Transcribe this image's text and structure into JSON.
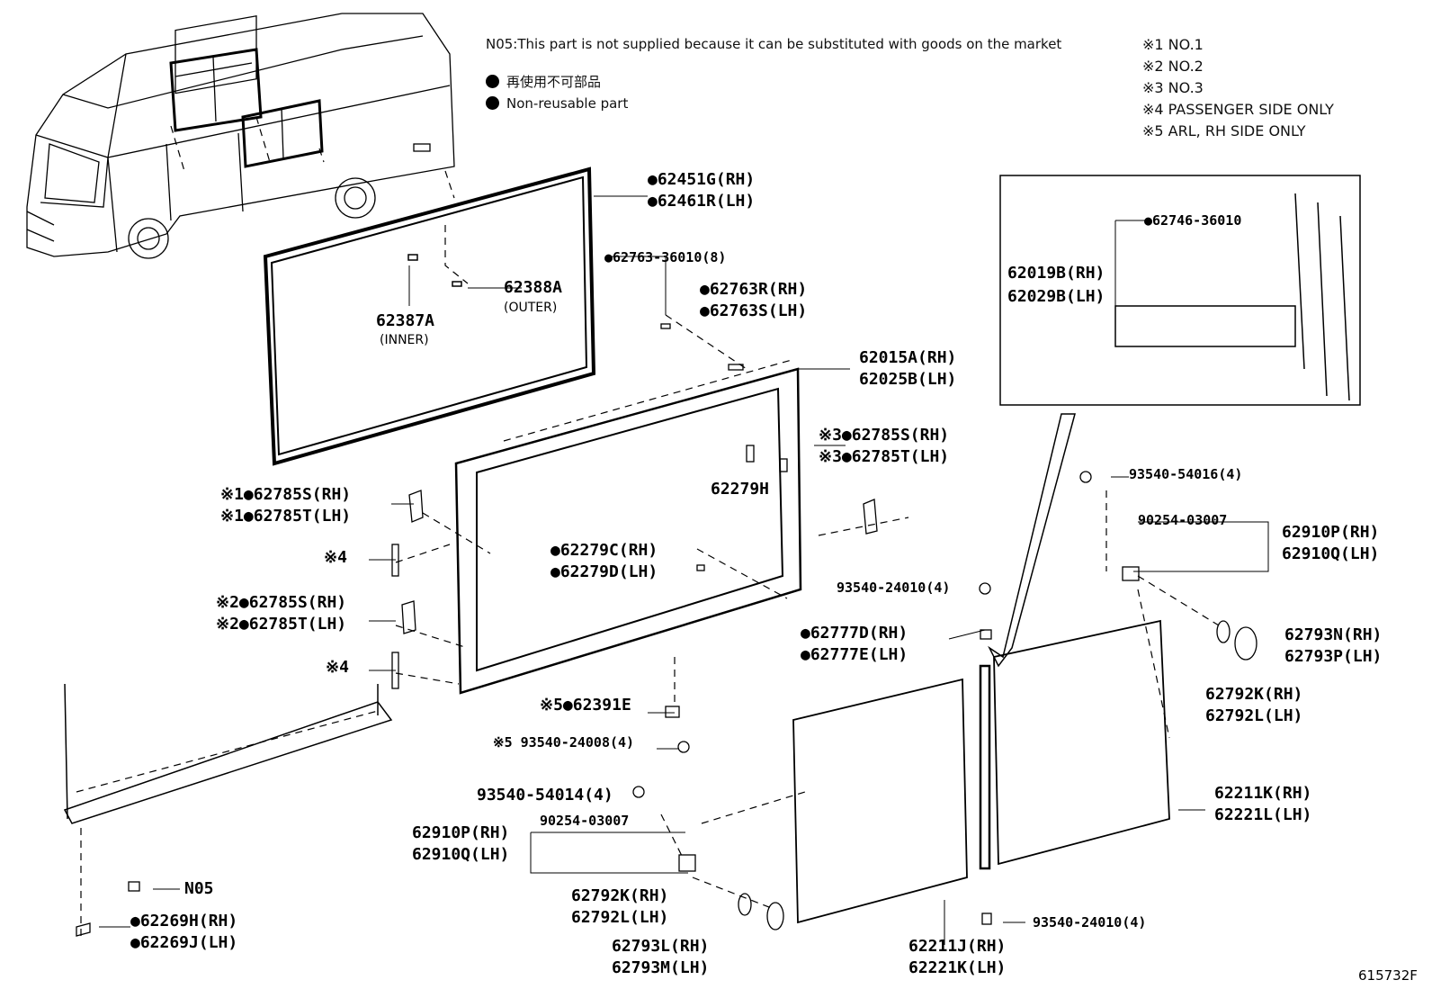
{
  "header": {
    "n05_note": "N05:This part is not supplied because it can be substituted with goods on the market",
    "legend_jp": "再使用不可部品",
    "legend_en": "Non-reusable part",
    "notes": [
      "※1  NO.1",
      "※2  NO.2",
      "※3  NO.3",
      "※4  PASSENGER SIDE ONLY",
      "※5  ARL, RH SIDE ONLY"
    ]
  },
  "labels": {
    "l62451G": "●62451G(RH)",
    "l62461R": "●62461R(LH)",
    "l62763_36010": "●62763-36010(8)",
    "l62388A": "62388A",
    "l62388A_sub": "(OUTER)",
    "l62387A": "62387A",
    "l62387A_sub": "(INNER)",
    "l62763R": "●62763R(RH)",
    "l62763S": "●62763S(LH)",
    "l62015A": "62015A(RH)",
    "l62025B": "62025B(LH)",
    "l3_62785S": "※3●62785S(RH)",
    "l3_62785T": "※3●62785T(LH)",
    "l62279H": "62279H",
    "l1_62785S": "※1●62785S(RH)",
    "l1_62785T": "※1●62785T(LH)",
    "l4a": "※4",
    "l62279C": "●62279C(RH)",
    "l62279D": "●62279D(LH)",
    "l2_62785S": "※2●62785S(RH)",
    "l2_62785T": "※2●62785T(LH)",
    "l4b": "※4",
    "l5_62391E": "※5●62391E",
    "l5_93540_24008": "※5 93540-24008(4)",
    "l62019B": "62019B(RH)",
    "l62029B": "62029B(LH)",
    "l62746": "●62746-36010",
    "l93540_54016": "93540-54016(4)",
    "l90254_r": "90254-03007",
    "l62910P_r": "62910P(RH)",
    "l62910Q_r": "62910Q(LH)",
    "l93540_24010a": "93540-24010(4)",
    "l62777D": "●62777D(RH)",
    "l62777E": "●62777E(LH)",
    "l62793N": "62793N(RH)",
    "l62793P": "62793P(LH)",
    "l62792K_r": "62792K(RH)",
    "l62792L_r": "62792L(LH)",
    "l62211K": "62211K(RH)",
    "l62221L": "62221L(LH)",
    "lN05": "N05",
    "l62269H": "●62269H(RH)",
    "l62269J": "●62269J(LH)",
    "l93540_54014": "93540-54014(4)",
    "l90254_l": "90254-03007",
    "l62910P_l": "62910P(RH)",
    "l62910Q_l": "62910Q(LH)",
    "l62792K_l": "62792K(RH)",
    "l62792L_l": "62792L(LH)",
    "l62793L": "62793L(RH)",
    "l62793M": "62793M(LH)",
    "l93540_24010b": "93540-24010(4)",
    "l62211J": "62211J(RH)",
    "l62221K": "62221K(LH)",
    "code": "615732F"
  }
}
